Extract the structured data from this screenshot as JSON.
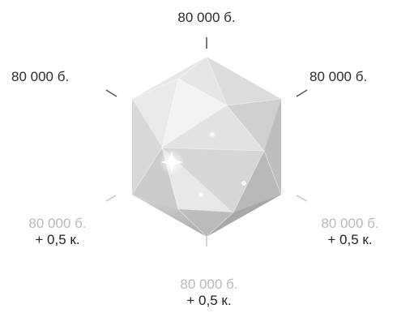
{
  "colors": {
    "active_text": "#2b2b2b",
    "inactive_text": "#b9b9b9",
    "bonus_text": "#222222",
    "tick_active": "#555555",
    "tick_inactive": "#cccccc"
  },
  "gem": {
    "icon": "crystal-gem-icon"
  },
  "labels": {
    "top": {
      "amount": "80 000 б."
    },
    "upper_left": {
      "amount": "80 000 б."
    },
    "upper_right": {
      "amount": "80 000 б."
    },
    "lower_left": {
      "amount": "80 000 б.",
      "bonus": "+ 0,5 к."
    },
    "lower_right": {
      "amount": "80 000 б.",
      "bonus": "+ 0,5 к."
    },
    "bottom": {
      "amount": "80 000 б.",
      "bonus": "+ 0,5 к."
    }
  }
}
